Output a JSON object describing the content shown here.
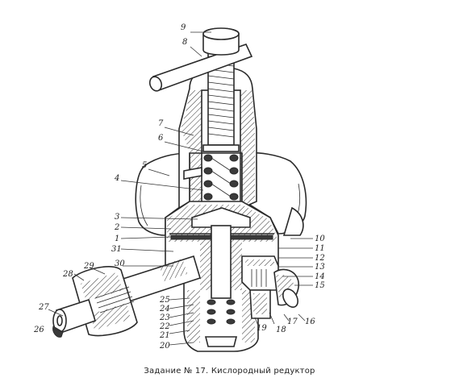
{
  "caption": "Задание № 17.  Кислородный  редуктор",
  "labels": {
    "l1": "1",
    "l2": "2",
    "l3": "3",
    "l4": "4",
    "l5": "5",
    "l6": "6",
    "l7": "7",
    "l8": "8",
    "l9": "9",
    "l10": "10",
    "l11": "11",
    "l12": "12",
    "l13": "13",
    "l14": "14",
    "l15": "15",
    "l16": "16",
    "l17": "17",
    "l18": "18",
    "l19": "19",
    "l20": "20",
    "l21": "21",
    "l22": "22",
    "l23": "23",
    "l24": "24",
    "l25": "25",
    "l26": "26",
    "l27": "27",
    "l28": "28",
    "l29": "29",
    "l30": "30",
    "l31": "31"
  }
}
